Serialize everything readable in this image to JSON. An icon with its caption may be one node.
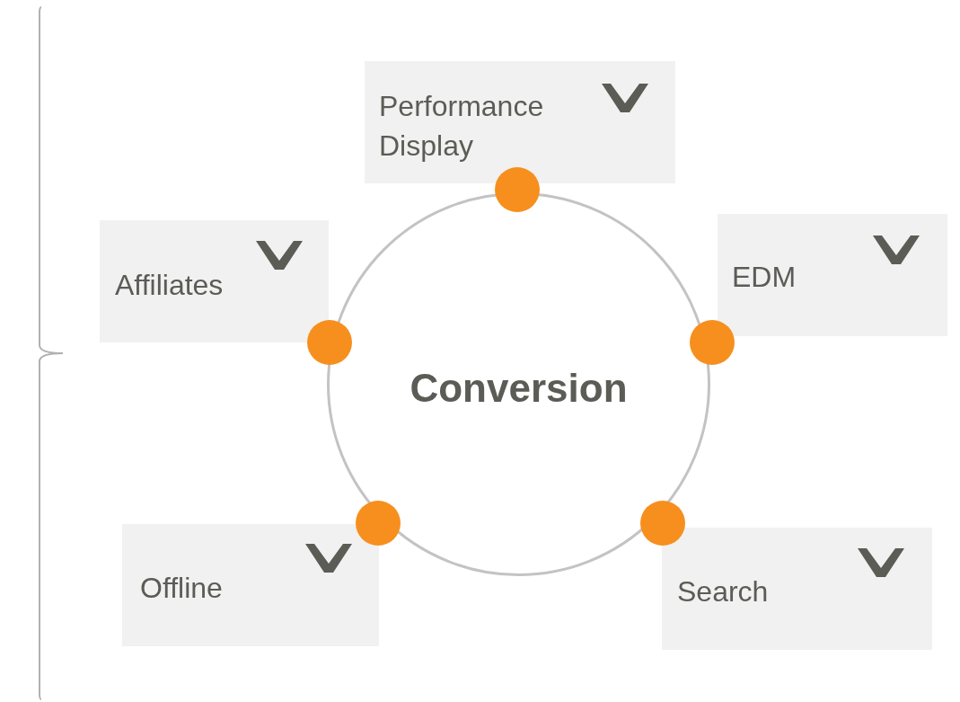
{
  "diagram": {
    "nodes": [
      {
        "text": [
          "Performance Display"
        ]
      },
      {
        "text": [
          "Affiliates"
        ]
      },
      {
        "text": [
          "EDM"
        ]
      },
      {
        "text": [
          "Conversion"
        ]
      },
      {
        "text": [
          "Offline"
        ]
      },
      {
        "text": [
          "Search"
        ]
      }
    ]
  }
}
